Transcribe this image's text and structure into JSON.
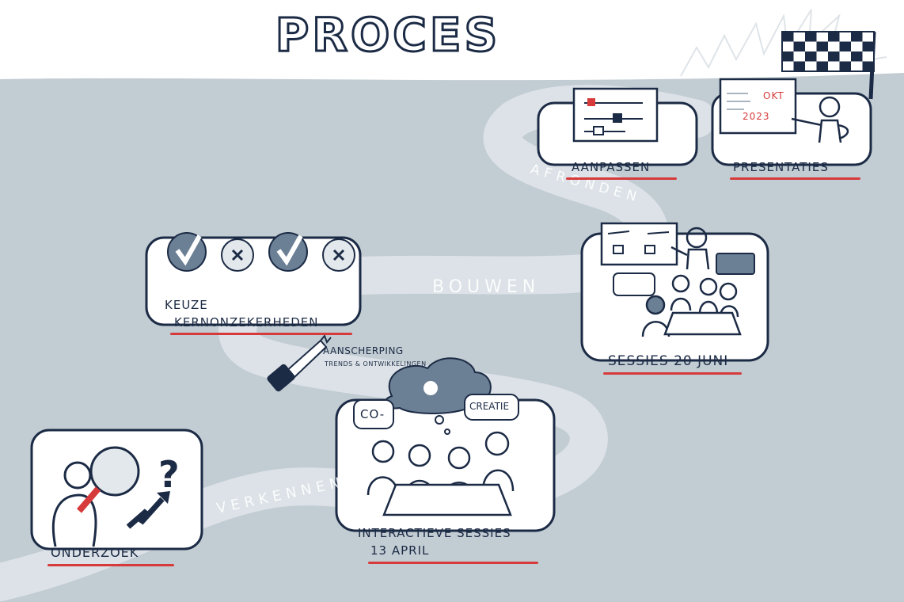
{
  "title": "PROCES",
  "phases": {
    "verkennen": "VERKENNEN",
    "bouwen": "BOUWEN",
    "afronden": "AFRONDEN"
  },
  "steps": {
    "onderzoek": "ONDERZOEK",
    "interactieve_1": "INTERACTIEVE SESSIES",
    "interactieve_2": "13 APRIL",
    "keuze_1": "KEUZE",
    "keuze_2": "KERNONZEKERHEDEN",
    "sessies": "SESSIES 20 JUNI",
    "aanpassen": "AANPASSEN",
    "presentaties": "PRESENTATIES"
  },
  "annotation": {
    "line1": "AANSCHERPING",
    "line2": "TRENDS & ONTWIKKELINGEN"
  },
  "bubbles": {
    "co": "CO-",
    "creatie": "CREATIE"
  },
  "board": {
    "month": "OKT",
    "year": "2023"
  },
  "colors": {
    "background": "#c2ccd3",
    "ink": "#1c2b45",
    "accent": "#d63a3a",
    "path": "#dde3e8",
    "fill": "#6b7f95"
  }
}
